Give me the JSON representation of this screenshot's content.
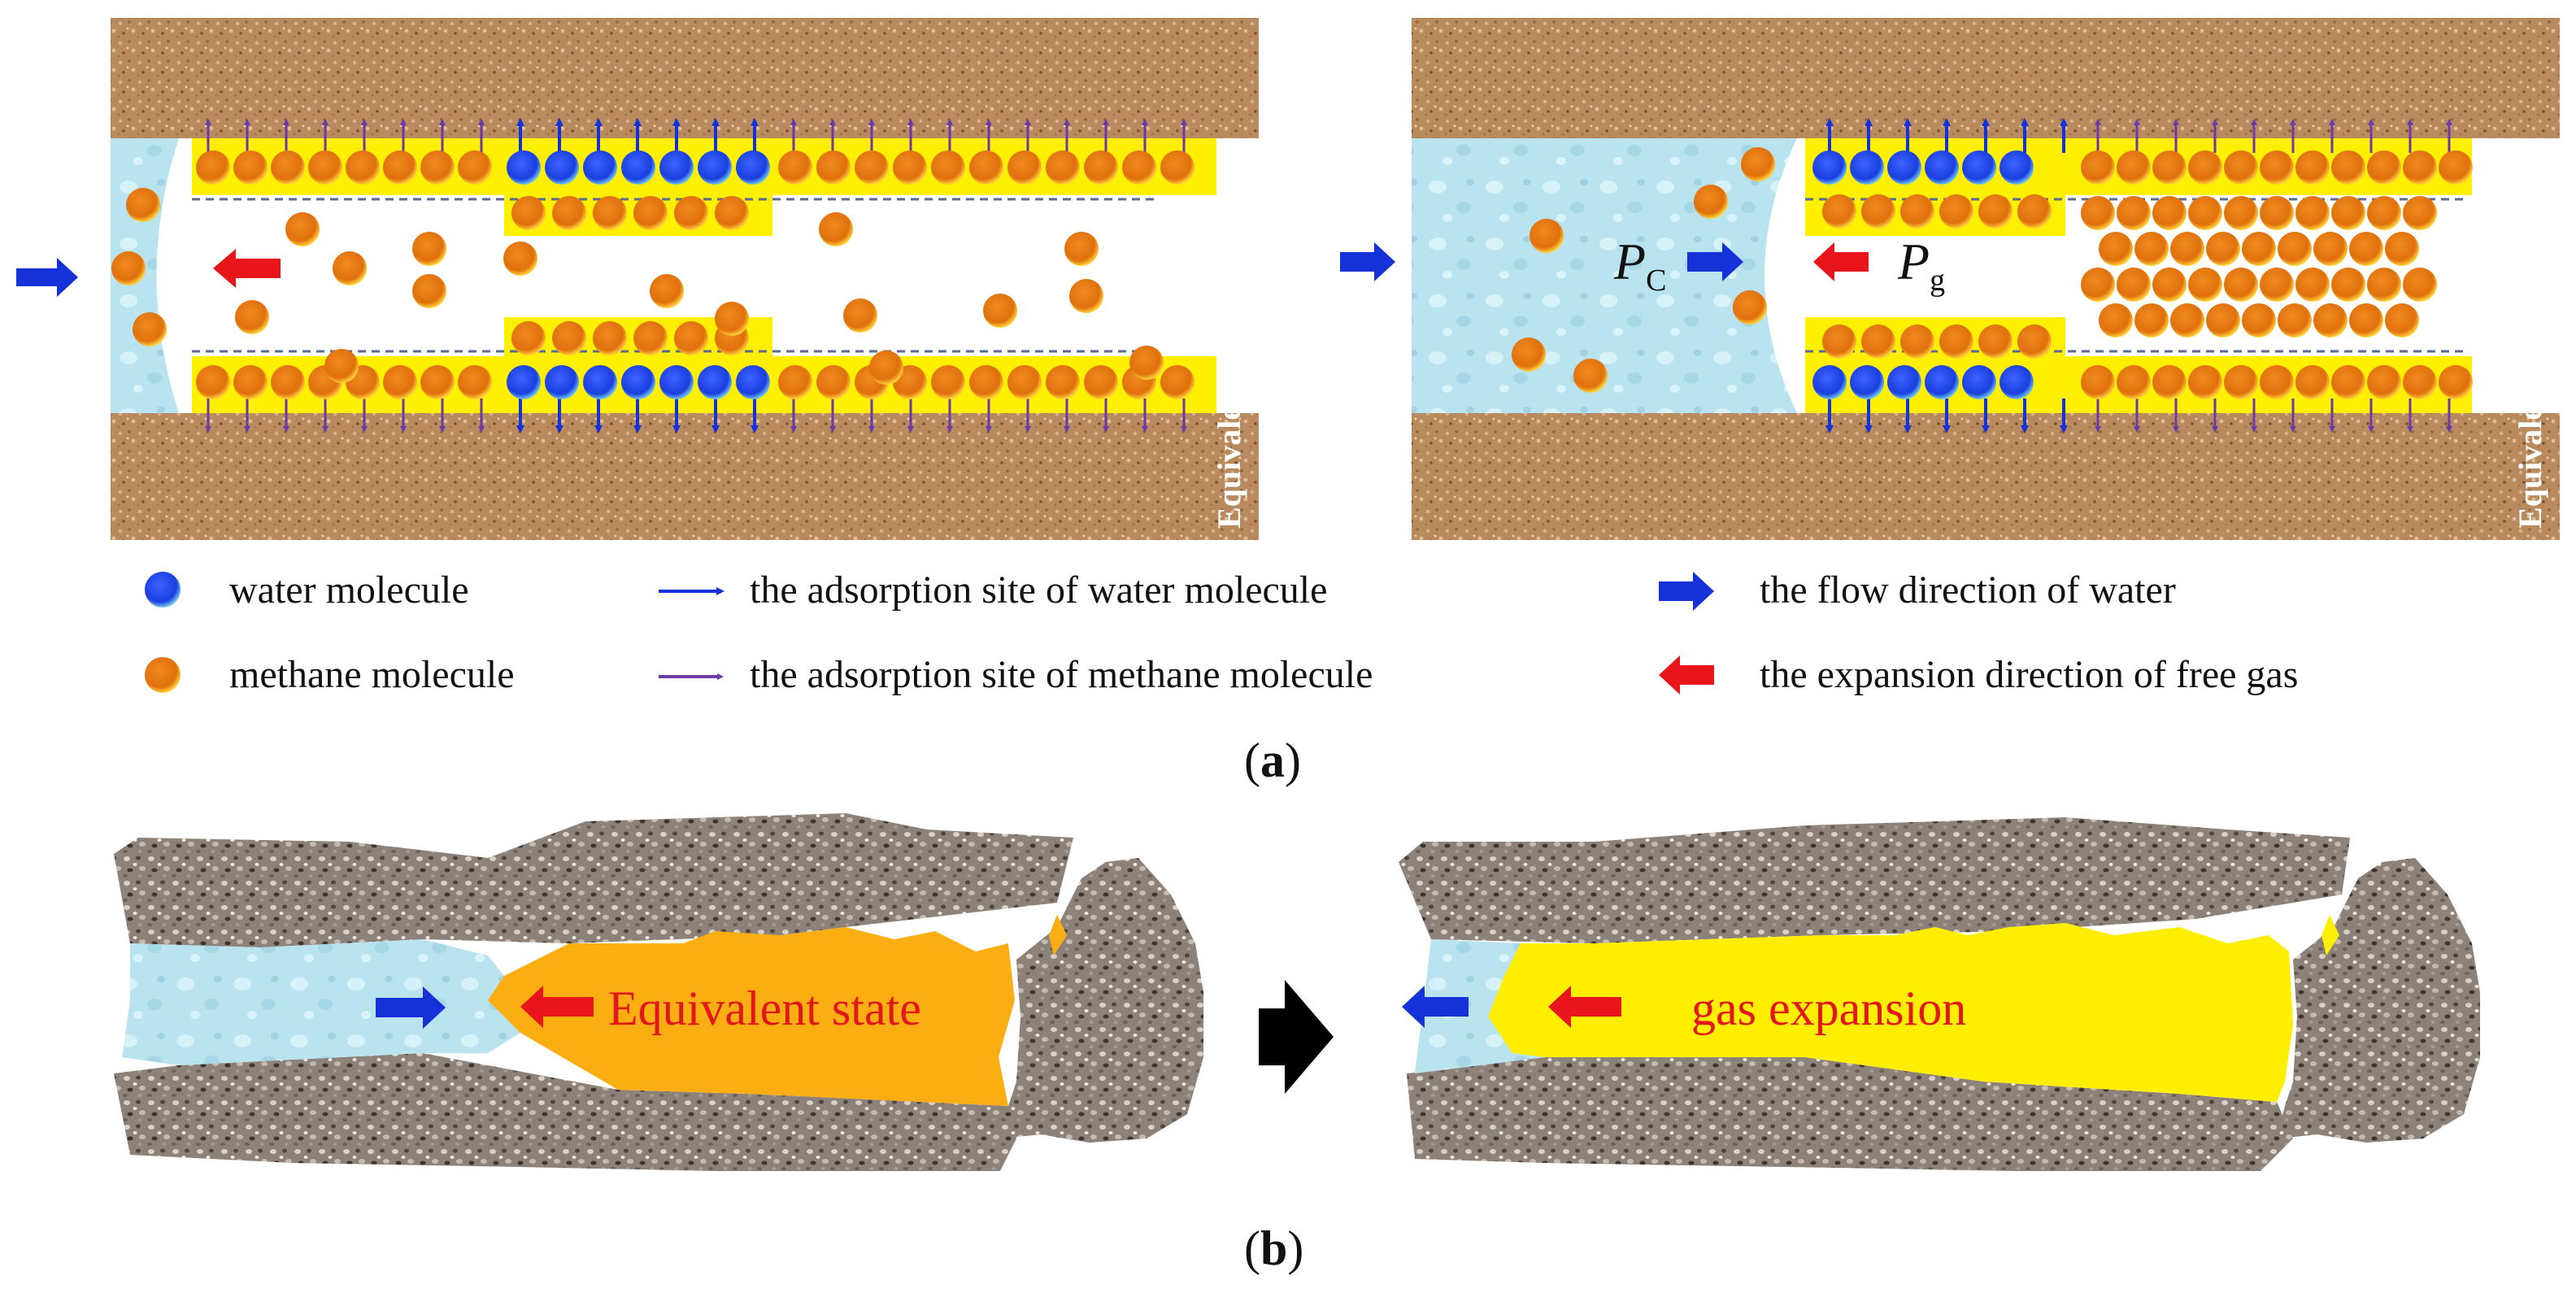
{
  "panel_a": {
    "caption_open": "(",
    "caption_letter": "a",
    "caption_close": ")",
    "boundary_label": "Equivalent boundary",
    "pc_label": "P",
    "pc_sub": "C",
    "pg_label": "P",
    "pg_sub": "g"
  },
  "legend": {
    "water_molecule": "water molecule",
    "methane_molecule": "methane molecule",
    "water_site": "the adsorption site of water molecule",
    "methane_site": "the adsorption site of methane molecule",
    "water_flow": "the flow direction of water",
    "gas_expansion": "the expansion direction of free gas"
  },
  "panel_b": {
    "caption_open": "(",
    "caption_letter": "b",
    "caption_close": ")",
    "state_left": "Equivalent state",
    "state_right": "gas expansion"
  },
  "colors": {
    "water_molecule": "#1a3fe0",
    "methane_molecule": "#e8760f",
    "adsorption_layer": "#ffef00",
    "water_arrow": "#1432d8",
    "gas_arrow": "#e8151b",
    "methane_site_arrow": "#6a3aa8",
    "rock": "#b98a5e",
    "water": "#b9e3ef",
    "equivalent_gas": "#fbae12",
    "expanded_gas": "#ffee00"
  }
}
